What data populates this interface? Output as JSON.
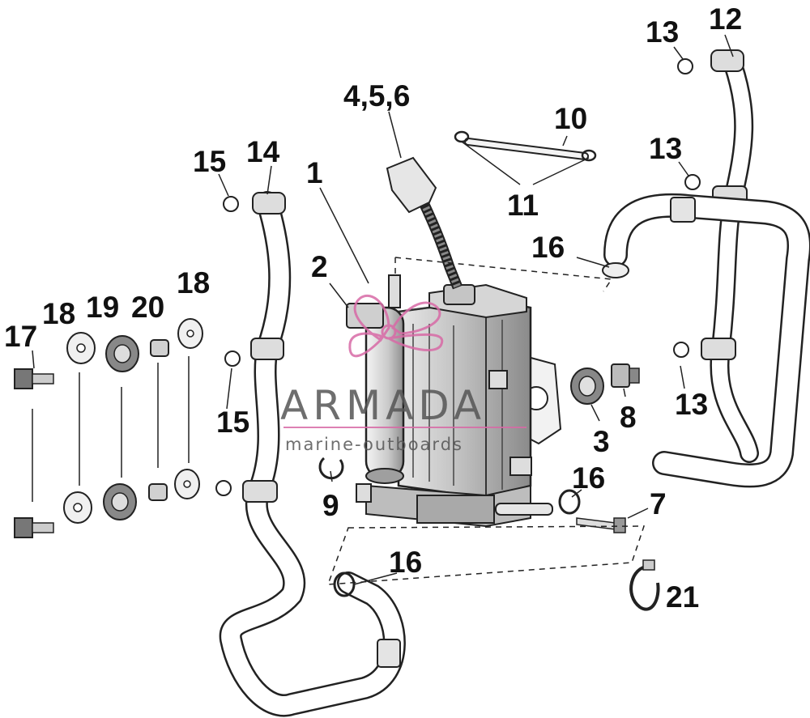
{
  "diagram": {
    "callouts": [
      {
        "id": "c-12",
        "label": "12"
      },
      {
        "id": "c-13a",
        "label": "13"
      },
      {
        "id": "c-13b",
        "label": "13"
      },
      {
        "id": "c-13c",
        "label": "13"
      },
      {
        "id": "c-456",
        "label": "4,5,6"
      },
      {
        "id": "c-10",
        "label": "10"
      },
      {
        "id": "c-11",
        "label": "11"
      },
      {
        "id": "c-15a",
        "label": "15"
      },
      {
        "id": "c-14",
        "label": "14"
      },
      {
        "id": "c-1",
        "label": "1"
      },
      {
        "id": "c-16a",
        "label": "16"
      },
      {
        "id": "c-2",
        "label": "2"
      },
      {
        "id": "c-18a",
        "label": "18"
      },
      {
        "id": "c-19",
        "label": "19"
      },
      {
        "id": "c-20",
        "label": "20"
      },
      {
        "id": "c-18b",
        "label": "18"
      },
      {
        "id": "c-17",
        "label": "17"
      },
      {
        "id": "c-15b",
        "label": "15"
      },
      {
        "id": "c-8",
        "label": "8"
      },
      {
        "id": "c-3",
        "label": "3"
      },
      {
        "id": "c-16b",
        "label": "16"
      },
      {
        "id": "c-9",
        "label": "9"
      },
      {
        "id": "c-7",
        "label": "7"
      },
      {
        "id": "c-16c",
        "label": "16"
      },
      {
        "id": "c-21",
        "label": "21"
      }
    ]
  },
  "watermark": {
    "brand": "ARMADA",
    "tagline": "marine-outboards",
    "accent_color": "#d86aa6"
  }
}
